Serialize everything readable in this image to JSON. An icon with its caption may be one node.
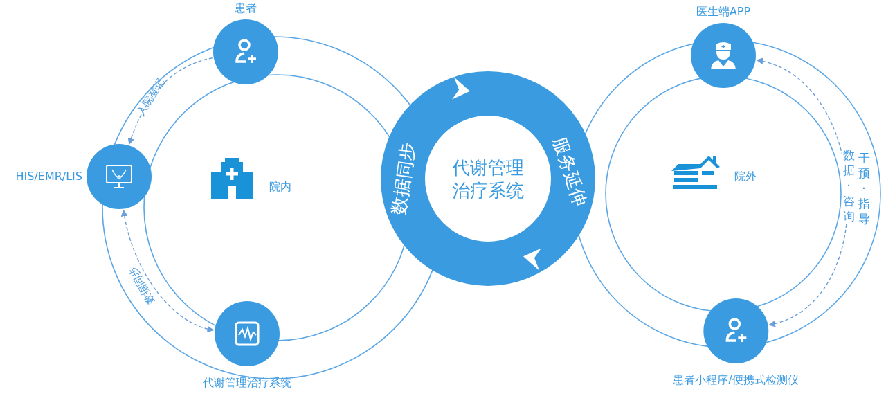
{
  "diagram": {
    "nodes": [
      {
        "text": [
          "患者"
        ]
      },
      {
        "text": [
          "HIS/EMR/LIS"
        ]
      },
      {
        "text": [
          "代谢管理治疗系统"
        ]
      },
      {
        "text": [
          "医生端APP"
        ]
      },
      {
        "text": [
          "患者小程序/便携式检测仪"
        ]
      },
      {
        "text": [
          "数据同步",
          "代谢管理治疗系统",
          "服务延伸"
        ]
      }
    ],
    "edges": [
      {
        "from": 0,
        "to": 1,
        "arrow": "to",
        "style": "dashed",
        "label": "入院登记"
      },
      {
        "from": 2,
        "to": 1,
        "arrow": "both",
        "style": "dashed",
        "label": "数据同步"
      },
      {
        "from": 4,
        "to": 3,
        "arrow": "both",
        "style": "dashed",
        "label": "数据·咨询"
      }
    ],
    "labels": [
      "院内",
      "院外",
      "干预·指导"
    ]
  }
}
